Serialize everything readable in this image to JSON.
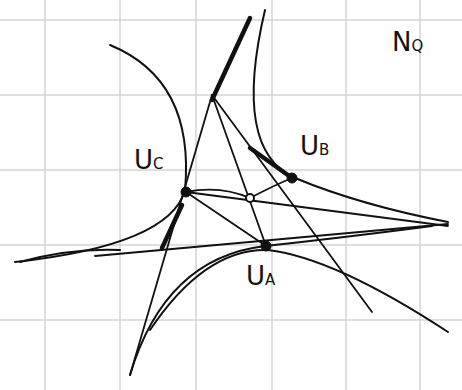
{
  "diagram": {
    "labels": [
      "UC",
      "UB",
      "UA",
      "NQ"
    ]
  }
}
